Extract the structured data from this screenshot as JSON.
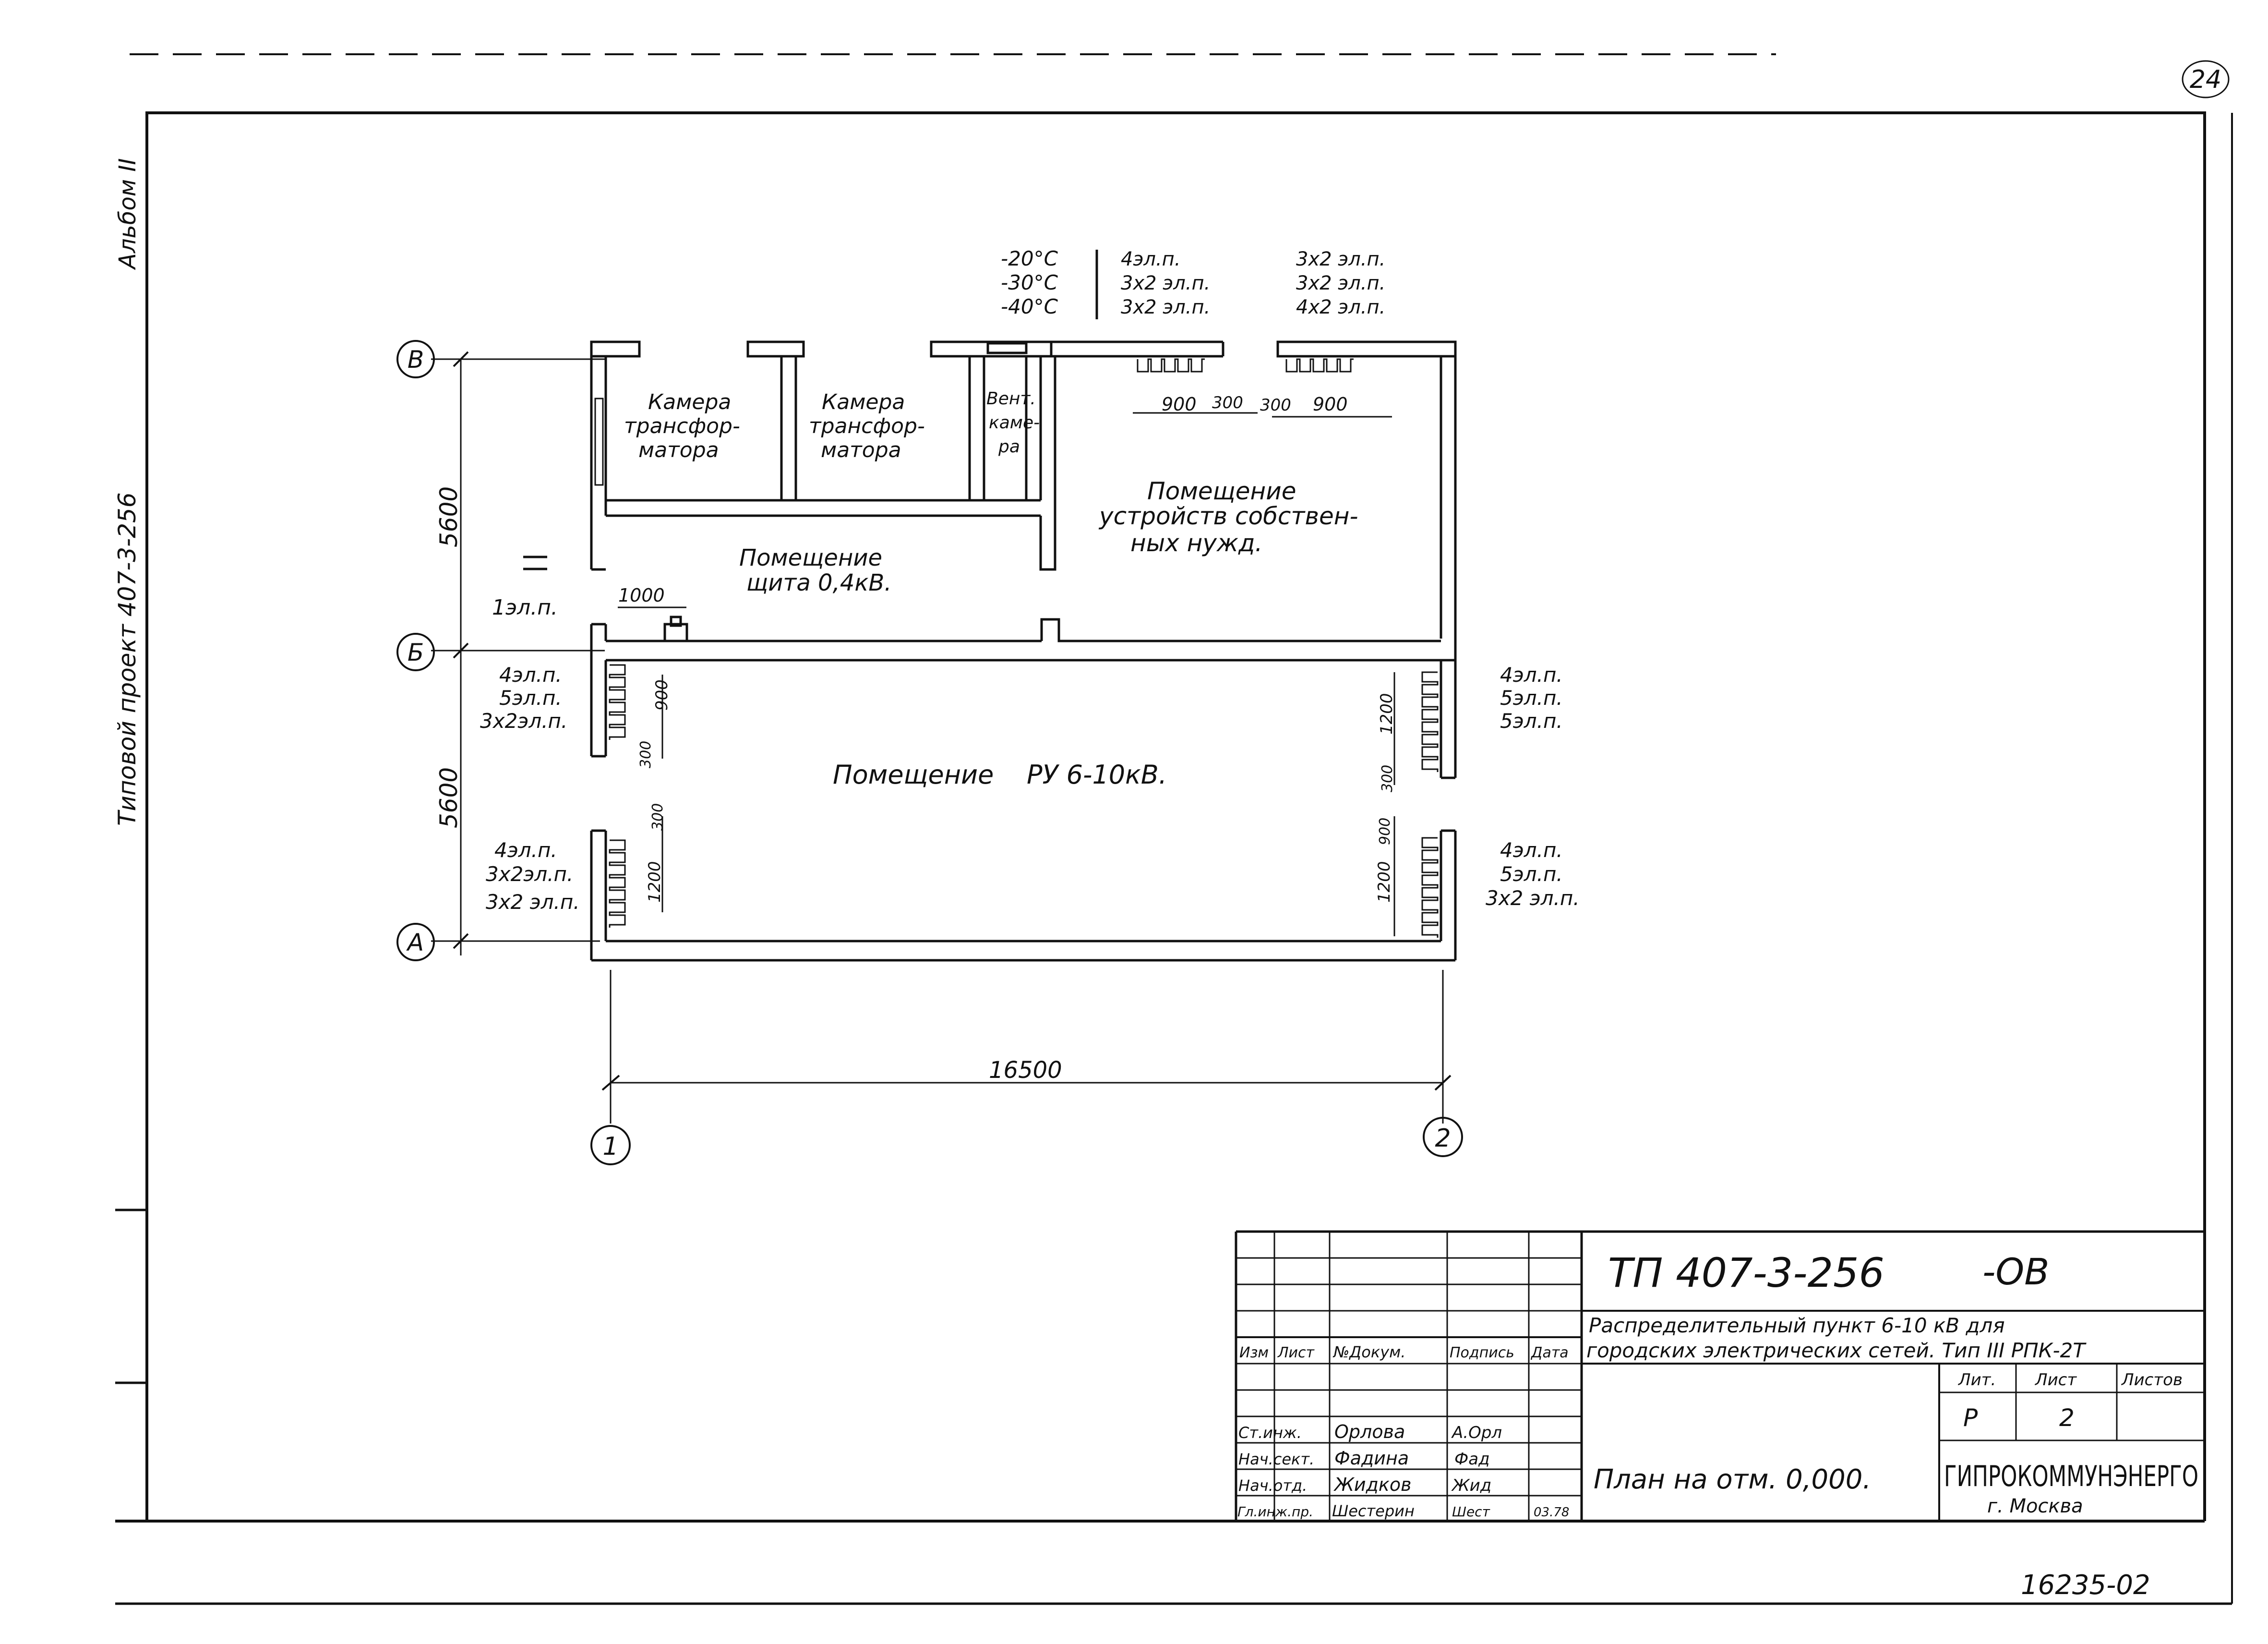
{
  "sheet_number": "24",
  "album": "Альбом II",
  "side_project_label": "Типовой проект 407-3-256",
  "bottom_code": "16235-02",
  "axes": {
    "row_v": "В",
    "row_b": "Б",
    "row_a": "А",
    "col_1": "1",
    "col_2": "2"
  },
  "dimensions": {
    "span_vb": "5600",
    "span_ba": "5600",
    "span_12": "16500",
    "d1000": "1000",
    "d900": "900",
    "d300": "300",
    "d1200": "1200"
  },
  "rooms": {
    "cam1_l1": "Камера",
    "cam1_l2": "трансфор-",
    "cam1_l3": "матора",
    "cam2_l1": "Камера",
    "cam2_l2": "трансфор-",
    "cam2_l3": "матора",
    "vent_l1": "Вент.",
    "vent_l2": "каме-",
    "vent_l3": "ра",
    "shield_l1": "Помещение",
    "shield_l2": "щита 0,4кВ.",
    "aux_l1": "Помещение",
    "aux_l2": "устройств собствен-",
    "aux_l3": "ных нужд.",
    "ru": "Помещение    РУ 6-10кВ."
  },
  "temp_table": {
    "t1": "-20°С",
    "t2": "-30°С",
    "t3": "-40°С",
    "a1": "4эл.п.",
    "a2": "3х2 эл.п.",
    "a3": "3х2 эл.п.",
    "b1": "3х2 эл.п.",
    "b2": "3х2 эл.п.",
    "b3": "4х2 эл.п."
  },
  "heaters": {
    "left_shield": "1эл.п.",
    "lu1": "4эл.п.",
    "lu2": "5эл.п.",
    "lu3": "3х2эл.п.",
    "ll1": "4эл.п.",
    "ll2": "3х2эл.п.",
    "ll3": "3х2 эл.п.",
    "ru1": "4эл.п.",
    "ru2": "5эл.п.",
    "ru3": "5эл.п.",
    "rl1": "4эл.п.",
    "rl2": "5эл.п.",
    "rl3": "3х2 эл.п."
  },
  "title_block": {
    "doc_code": "ТП 407-3-256",
    "doc_suffix": "-ОВ",
    "title_l1": "Распределительный пункт 6-10 кВ для",
    "title_l2": "городских электрических сетей. Тип III РПК-2Т",
    "col_izm": "Изм",
    "col_list": "Лист",
    "col_ndok": "№Докум.",
    "col_podp": "Подпись",
    "col_data": "Дата",
    "lit_h": "Лит.",
    "list_h": "Лист",
    "listov_h": "Листов",
    "lit_v": "Р",
    "list_v": "2",
    "sheet_title": "План на отм. 0,000.",
    "org": "ГИПРОКОММУНЭНЕРГО",
    "city": "г. Москва",
    "r1_role": "Ст.инж.",
    "r1_name": "Орлова",
    "r1_sign": "А.Орл",
    "r2_role": "Нач.сект.",
    "r2_name": "Фадина",
    "r2_sign": "Фад",
    "r3_role": "Нач.отд.",
    "r3_name": "Жидков",
    "r3_sign": "Жид",
    "r4_role": "Гл.инж.пр.",
    "r4_name": "Шестерин",
    "r4_sign": "Шест",
    "r4_date": "03.78"
  }
}
